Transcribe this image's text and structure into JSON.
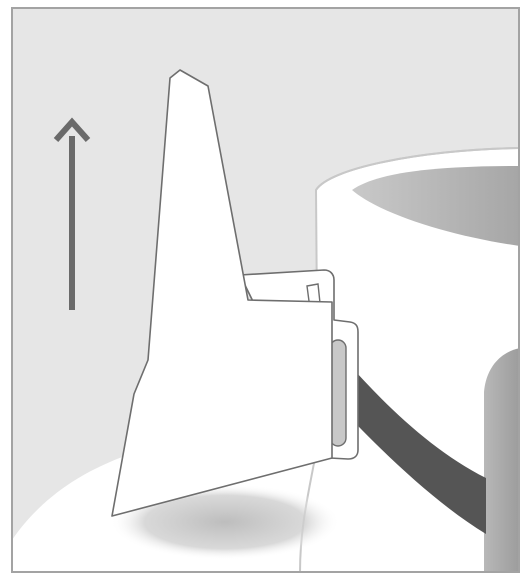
{
  "figure": {
    "kind": "instruction-illustration",
    "subject": "tab-lid-on-container",
    "arrow_direction": "up"
  },
  "colors": {
    "background_panel": "#e6e6e6",
    "frame_border": "#a3a3a3",
    "arrow": "#6a6a6a",
    "container_body": "#ffffff",
    "container_outline": "#c8c8c8",
    "container_interior": "#b4b4b4",
    "lid": "#ffffff",
    "lid_outline": "#6e6e6e",
    "strap": "#555555",
    "handle": "#a9a9a9",
    "shadow": "#c7c7c7"
  },
  "icons": {
    "arrow": "arrow-up-icon"
  }
}
